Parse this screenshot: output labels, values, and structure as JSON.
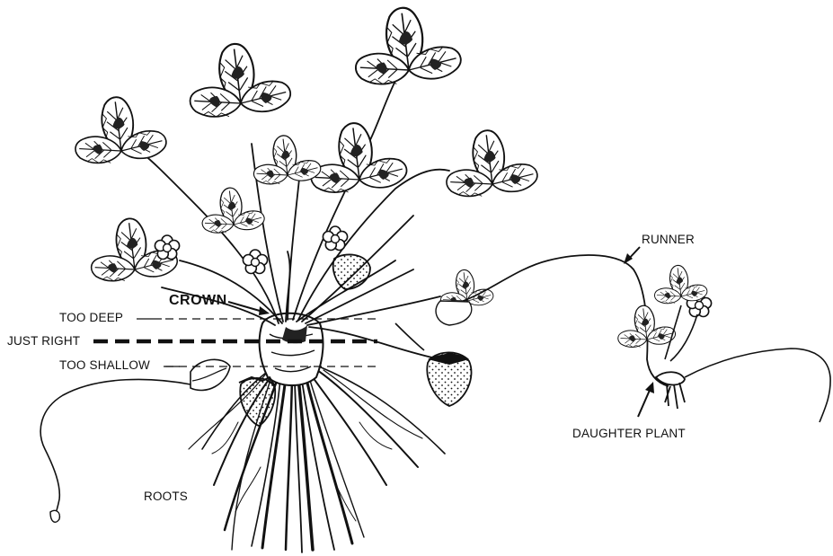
{
  "labels": {
    "runner": "RUNNER",
    "crown": "CROWN",
    "too_deep": "TOO DEEP",
    "just_right": "JUST RIGHT",
    "too_shallow": "TOO SHALLOW",
    "daughter_plant": "DAUGHTER PLANT",
    "roots": "ROOTS"
  },
  "colors": {
    "ink": "#111111",
    "background": "#ffffff"
  }
}
